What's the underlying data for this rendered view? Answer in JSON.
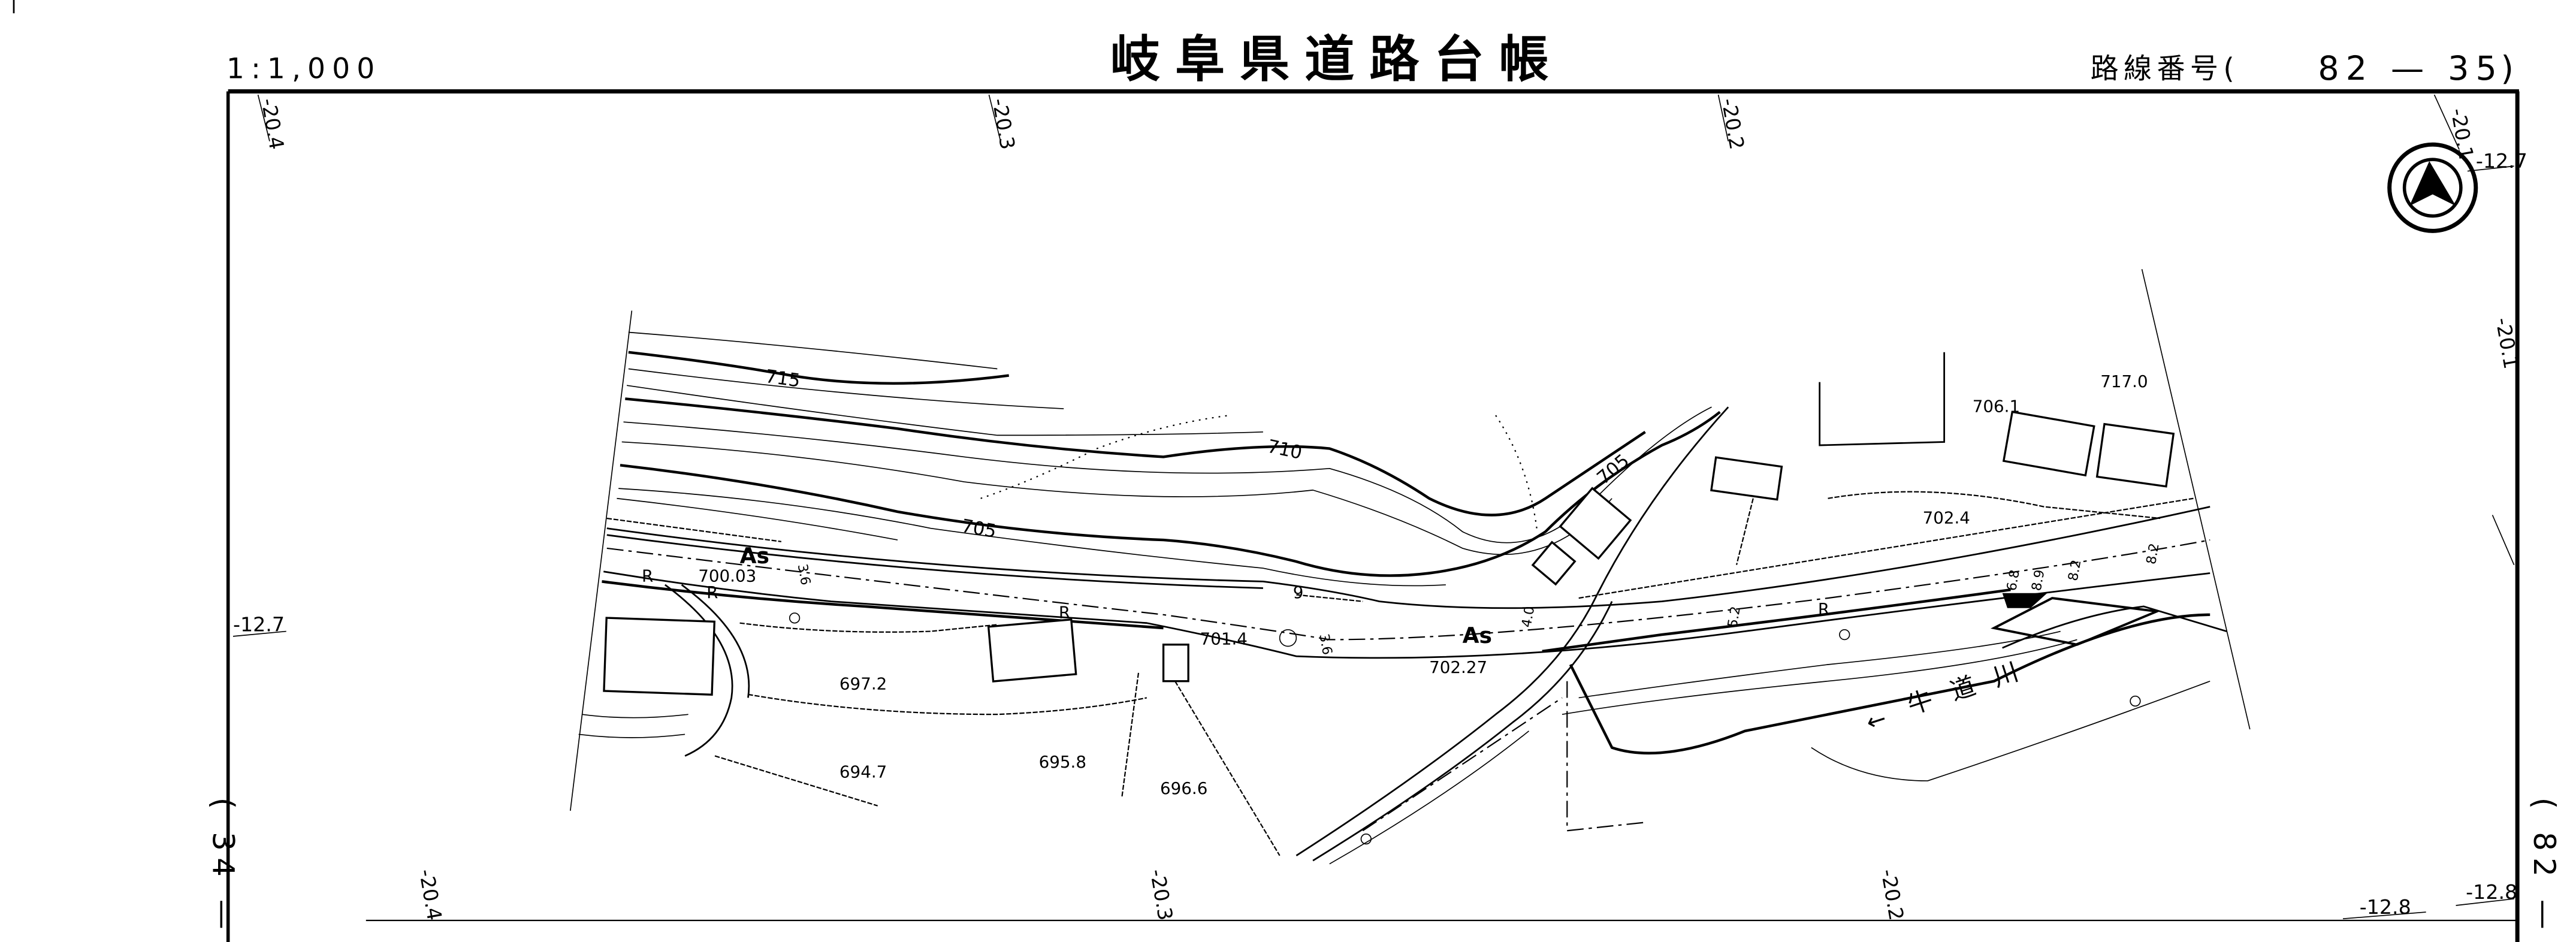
{
  "header": {
    "scale": "1:1,000",
    "title": "岐阜県道路台帳",
    "route_label": "路線番号(",
    "route_number": "82 — 35",
    "route_close": ")"
  },
  "margins": {
    "left_page": "( 34 —",
    "right_page": "( 82 —"
  },
  "grid_labels": {
    "top": [
      "-20.4",
      "-20.3",
      "-20.2",
      "-20.1"
    ],
    "bottom": [
      "-20.4",
      "-20.3",
      "-20.2"
    ],
    "left": "-12.7",
    "right_top": "-12.7",
    "right_mid": "-20.1",
    "bottom_right": [
      "-12.8",
      "-12.8"
    ]
  },
  "contours": [
    "715",
    "710",
    "705",
    "705"
  ],
  "surface": [
    "As",
    "As"
  ],
  "elevations": [
    "700.03",
    "697.2",
    "694.7",
    "695.8",
    "696.6",
    "701.4",
    "702.27",
    "702.4",
    "706.1",
    "717.0"
  ],
  "retaining_walls": [
    "R",
    "R",
    "R",
    "R"
  ],
  "widths": [
    "3.6",
    "9",
    "3.6",
    "4.0",
    "5.2",
    "6.8",
    "8.9",
    "8.2",
    "8.2"
  ],
  "river": {
    "name": "牛道川",
    "flow_arrow": "←"
  },
  "north_arrow": "north-arrow-icon"
}
